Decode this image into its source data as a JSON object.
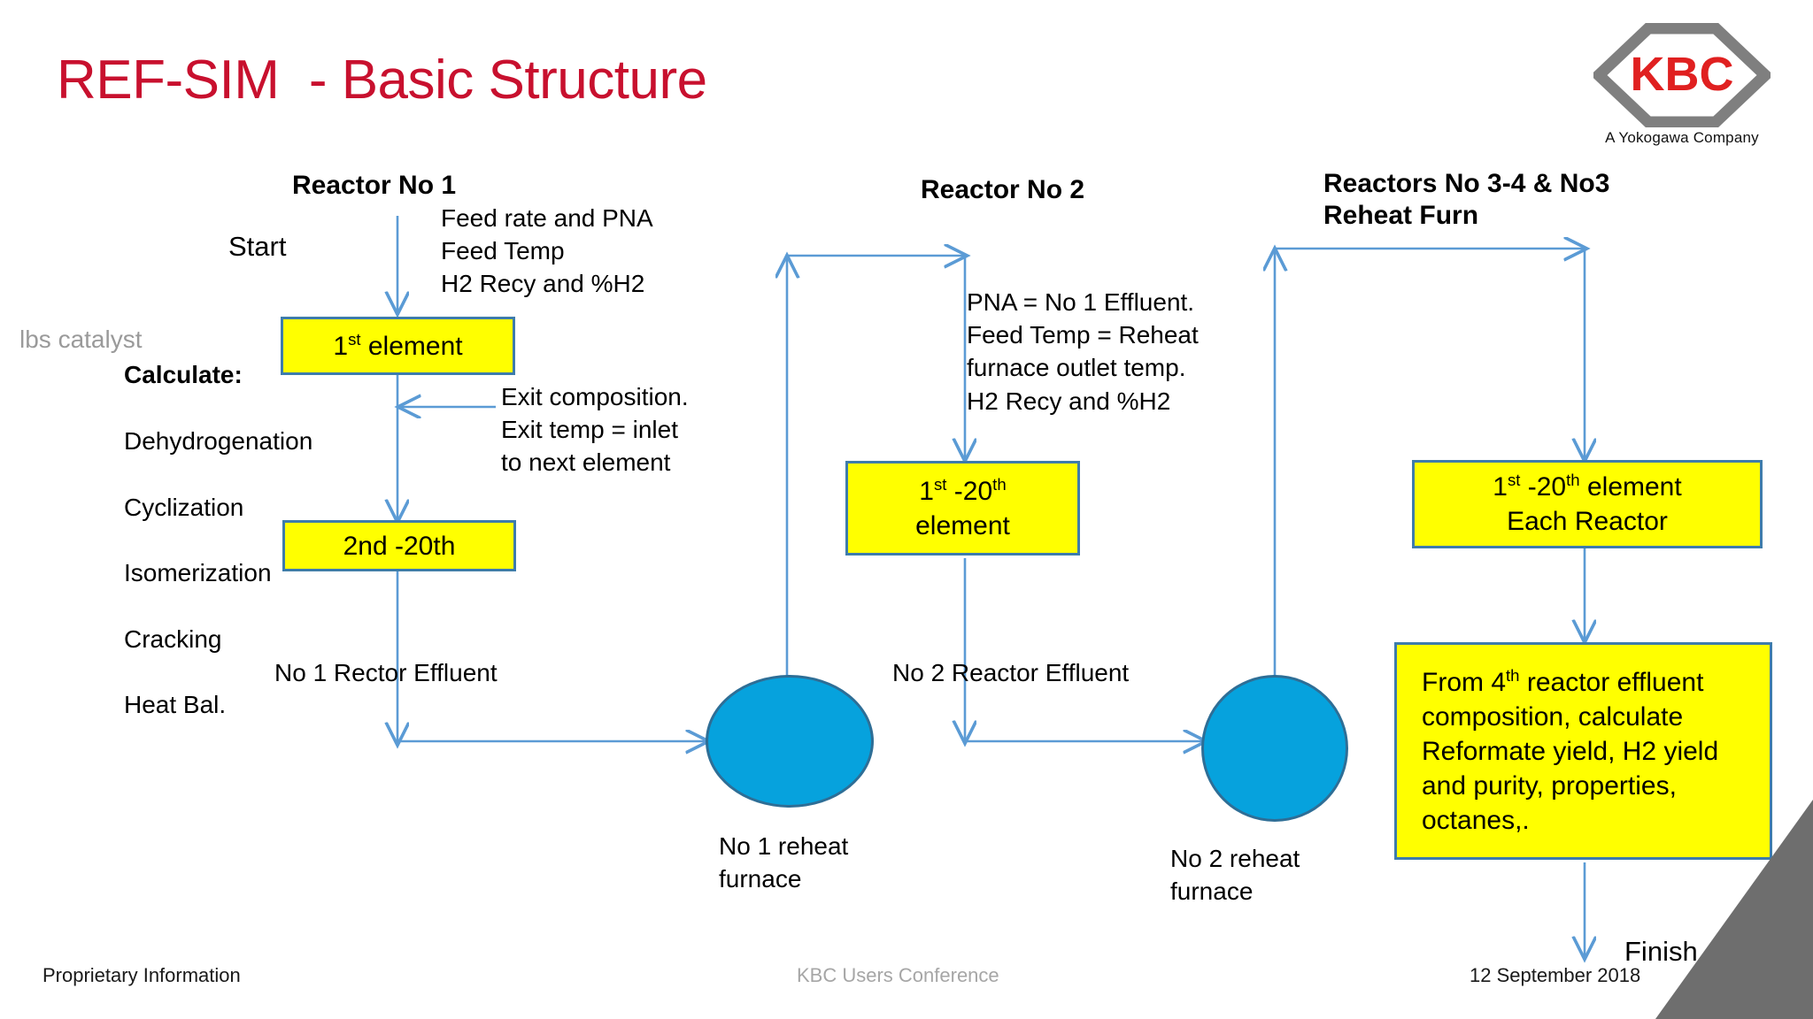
{
  "slide": {
    "title": "REF-SIM  - Basic Structure",
    "title_color": "#C8102E"
  },
  "logo": {
    "mark_text": "KBC",
    "tagline": "A Yokogawa Company",
    "mark_color": "#E02020",
    "hex_color": "#7F7F7F"
  },
  "columns": {
    "reactor1": {
      "heading": "Reactor No 1",
      "start_label": "Start",
      "lbs_catalyst": "lbs catalyst",
      "calculate_heading": "Calculate:",
      "calculate_items": [
        "Dehydrogenation",
        "Cyclization",
        "Isomerization",
        "Cracking",
        "Heat Bal."
      ],
      "feed_note": "Feed rate and PNA\nFeed Temp\nH2 Recy and %H2",
      "exit_note": "Exit composition.\nExit temp = inlet\nto next element",
      "box1_pre": "1",
      "box1_sup": "st",
      "box1_post": " element",
      "box2_label": "2nd -20th",
      "effluent_label": "No 1 Rector Effluent"
    },
    "reactor2": {
      "heading": "Reactor No 2",
      "pna_note": "PNA = No 1 Effluent.\nFeed Temp = Reheat\nfurnace outlet temp.\nH2 Recy and %H2",
      "box_line1_pre": "1",
      "box_line1_sup1": "st",
      "box_line1_mid": " -20",
      "box_line1_sup2": "th",
      "box_line2": "element",
      "effluent_label": "No 2 Reactor Effluent"
    },
    "reactor34": {
      "heading": "Reactors No 3-4 & No3\nReheat Furn",
      "box_line1_pre": "1",
      "box_line1_sup1": "st",
      "box_line1_mid": " -20",
      "box_line1_sup2": "th",
      "box_line1_end": " element",
      "box_line2": "Each Reactor",
      "result_pre": "From 4",
      "result_sup": "th",
      "result_post": " reactor effluent composition, calculate Reformate yield, H2 yield and purity,  properties, octanes,.",
      "finish_label": "Finish"
    }
  },
  "furnaces": {
    "furnace1_label": "No 1 reheat\nfurnace",
    "furnace2_label": "No 2 reheat\nfurnace"
  },
  "footer": {
    "left": "Proprietary Information",
    "center": "KBC Users Conference",
    "right": "12 September 2018"
  },
  "colors": {
    "box_fill": "#FFFF00",
    "box_border": "#3E7CAB",
    "circle_fill": "#06A2DD",
    "circle_border": "#2E6E96",
    "arrow": "#5B9BD5",
    "accent_red": "#C8102E",
    "corner_grey": "#6E6E6E"
  }
}
